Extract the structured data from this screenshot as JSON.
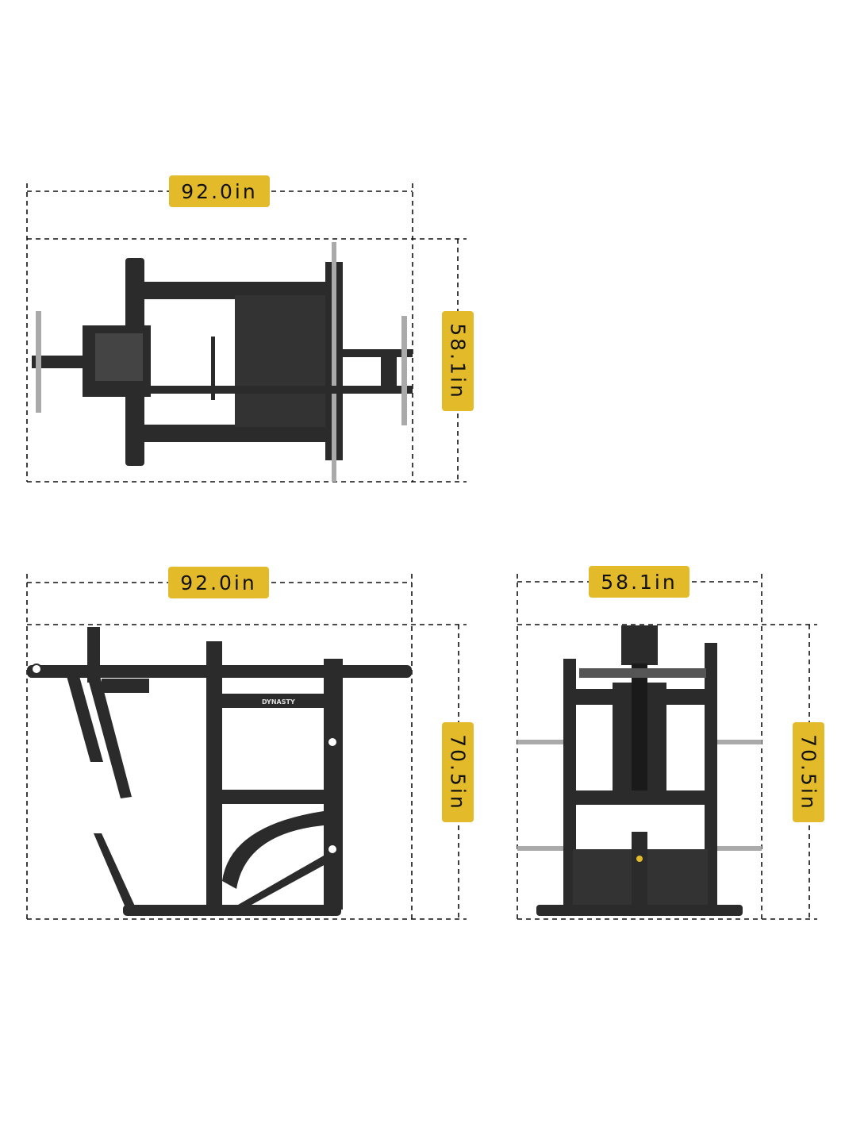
{
  "colors": {
    "label_bg": "#e2ba2a",
    "frame": "#2b2b2b",
    "dash": "#111111"
  },
  "top_view": {
    "width_label": "92.0in",
    "depth_label": "58.1in"
  },
  "side_view": {
    "width_label": "92.0in",
    "height_label": "70.5in",
    "logo": "DYNASTY"
  },
  "front_view": {
    "width_label": "58.1in",
    "height_label": "70.5in"
  }
}
